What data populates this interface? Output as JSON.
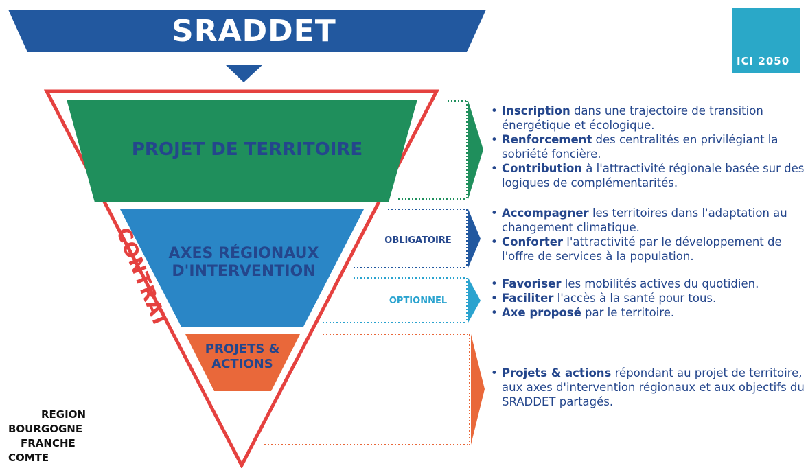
{
  "title": "SRADDET",
  "badge": "ICI 2050",
  "pyramid": {
    "level1": "PROJET DE TERRITOIRE",
    "level2_line1": "AXES RÉGIONAUX",
    "level2_line2": "D'INTERVENTION",
    "level3_line1": "PROJETS &",
    "level3_line2": "ACTIONS",
    "side_label": "CONTRAT"
  },
  "tags": {
    "obligatoire": "OBLIGATOIRE",
    "optionnel": "OPTIONNEL"
  },
  "colors": {
    "banner": "#22589f",
    "level1": "#1f8f5c",
    "level2": "#2a86c6",
    "level3": "#e9683a",
    "outline": "#e5413f",
    "badge": "#2aa8c8",
    "text": "#24468c"
  },
  "bullets": {
    "group1": [
      {
        "bold": "Inscription",
        "rest": " dans une trajectoire de transition énergétique et écologique."
      },
      {
        "bold": "Renforcement",
        "rest": " des centralités en privilégiant la sobriété foncière."
      },
      {
        "bold": "Contribution",
        "rest": " à l'attractivité régionale basée sur des logiques de complémentarités."
      }
    ],
    "group2": [
      {
        "bold": "Accompagner",
        "rest": " les territoires dans l'adaptation au changement climatique."
      },
      {
        "bold": "Conforter",
        "rest": " l'attractivité par le développement de l'offre de services à la population."
      }
    ],
    "group3": [
      {
        "bold": "Favoriser",
        "rest": " les mobilités actives du quotidien."
      },
      {
        "bold": "Faciliter",
        "rest": " l'accès à la santé pour tous."
      },
      {
        "bold": "Axe proposé",
        "rest": " par le territoire."
      }
    ],
    "group4": [
      {
        "bold": "Projets & actions",
        "rest": " répondant au projet de territoire, aux axes d'intervention régionaux et aux objectifs du SRADDET partagés."
      }
    ]
  },
  "logo": {
    "line1": "REGION",
    "line2": "BOURGOGNE",
    "line3": "FRANCHE",
    "line4": "COMTE"
  }
}
